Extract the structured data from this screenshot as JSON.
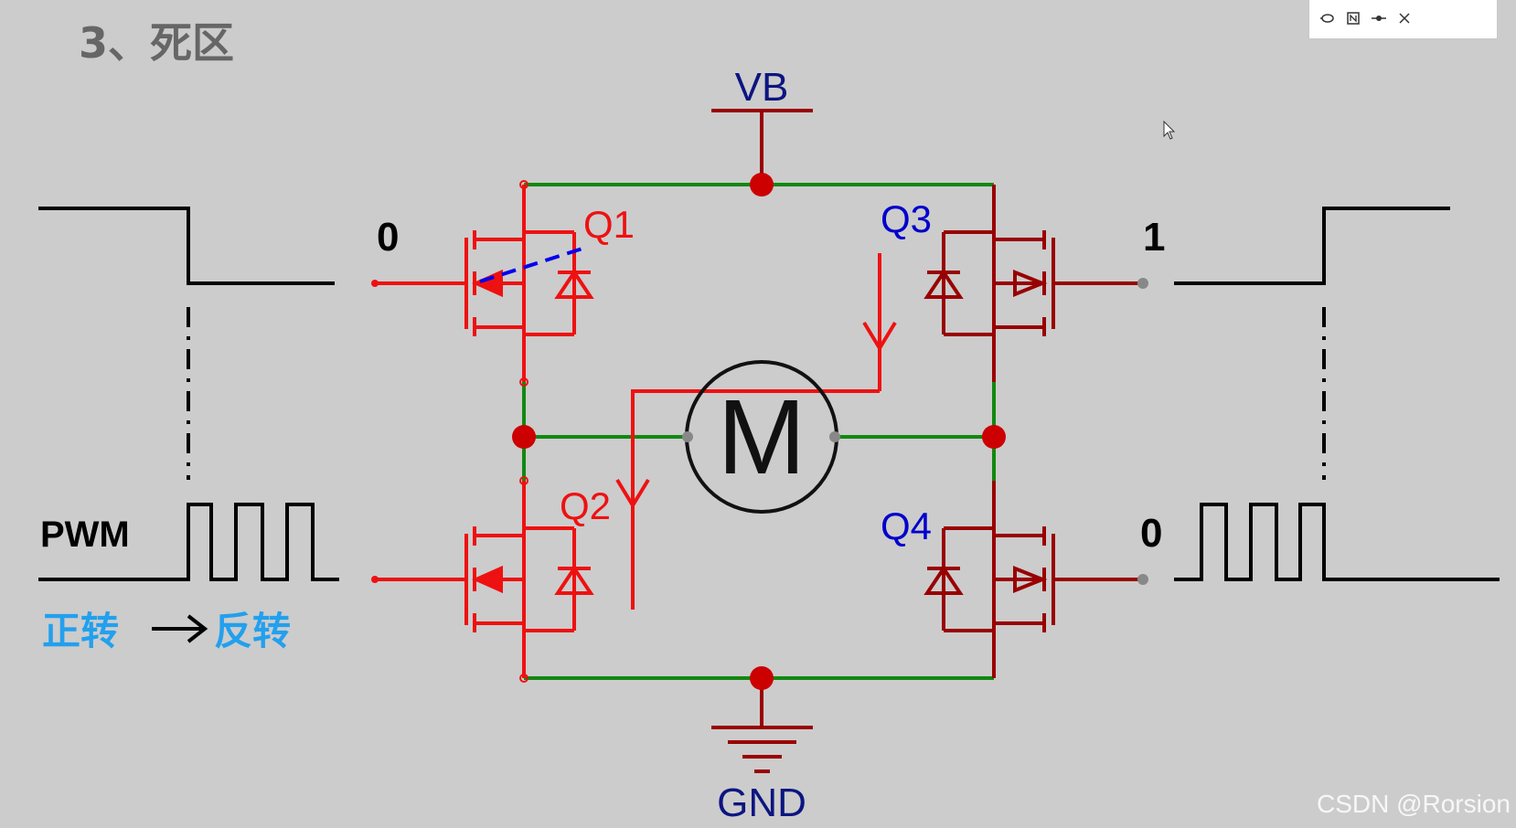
{
  "slide": {
    "title": "3、死区",
    "caption": {
      "from": "正转",
      "to": "反转"
    }
  },
  "circuit": {
    "supply_label": "VB",
    "ground_label": "GND",
    "motor_label": "M",
    "transistors": [
      {
        "id": "q1",
        "label": "Q1",
        "state": "on"
      },
      {
        "id": "q2",
        "label": "Q2",
        "state": "on"
      },
      {
        "id": "q3",
        "label": "Q3",
        "state": "off"
      },
      {
        "id": "q4",
        "label": "Q4",
        "state": "off"
      }
    ]
  },
  "signals": {
    "left_high_level": "0",
    "left_pwm_label": "PWM",
    "right_high_level": "1",
    "right_low_level": "0"
  },
  "colors": {
    "on_wire": "#ee1111",
    "off_wire": "#990000",
    "bus": "#118811",
    "node": "#cc0000",
    "label_on": "#ee1111",
    "label_off": "#0000cc",
    "net_label": "#0c1580",
    "caption": "#22a0ee",
    "waveform": "#000000"
  },
  "watermark": "CSDN @Rorsion"
}
